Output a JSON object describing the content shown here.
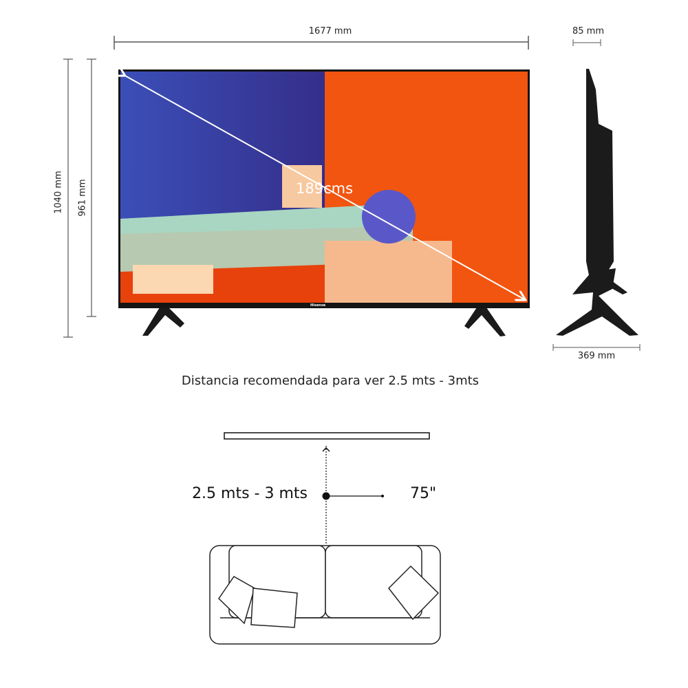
{
  "dimensions": {
    "width": "1677 mm",
    "depth": "85 mm",
    "height_with_stand": "1040 mm",
    "height_panel": "961 mm",
    "stand_depth": "369 mm",
    "diagonal": "189cms"
  },
  "brand_logo": "Hisense",
  "recommendation": "Distancia recomendada para ver 2.5 mts - 3mts",
  "viewing_diagram": {
    "distance": "2.5 mts - 3 mts",
    "screen_size": "75\""
  },
  "colors": {
    "screen_blue": "#3a3fa8",
    "screen_orange": "#f2550f",
    "bezel": "#151515"
  }
}
